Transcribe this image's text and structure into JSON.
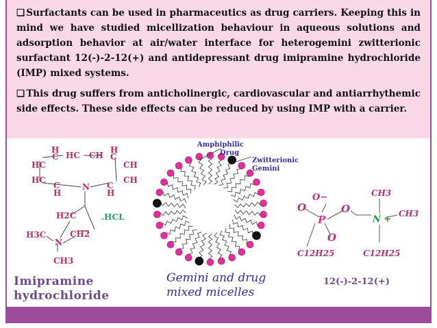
{
  "paragraphs": {
    "p1": "Surfactants can be used in pharmaceutics as drug carriers. Keeping this in mind we have studied micellization behaviour in aqueous solutions and adsorption behavior at air/water interface for heterogemini zwitterionic surfactant 12(-)-2-12(+) and antidepressant drug imipramine hydrochloride (IMP) mixed systems.",
    "p2": "This drug suffers from anticholinergic, cardiovascular and antiarrhythemic side effects. These side effects can be reduced by using IMP with a carrier."
  },
  "bullet_glyph": "❑",
  "imipramine": {
    "atoms": {
      "h1": "H",
      "hc_top": "HC",
      "ch_top": "CH",
      "h2": "H",
      "c1": "C",
      "c2": "C",
      "hc_left1": "HC",
      "ch_right1": "CH",
      "hc_left2": "HC",
      "ch_right2": "CH",
      "c3": "C",
      "n_ring": "N",
      "c4": "C",
      "h3": "H",
      "h4": "H",
      "h2c": "H2C",
      "ch2": "CH2",
      "hcl": ".HCL",
      "h3c": "H3C",
      "n_amine": "N",
      "ch3": "CH3"
    },
    "caption_line1": "Imipramine",
    "caption_line2": "hydrochloride"
  },
  "micelle": {
    "label_drug_line1": "Amphiphilic",
    "label_drug_line2": "Drug",
    "label_gemini_line1": "Zwitterionic",
    "label_gemini_line2": "Gemini",
    "caption_line1": "Gemini and drug",
    "caption_line2": "mixed micelles"
  },
  "gemini": {
    "o_minus": "O−",
    "o_left": "O",
    "o_right": "O",
    "o_bottom": "O",
    "p": "P",
    "n_plus": "N +",
    "ch3_top": "CH3",
    "ch3_right": "CH3",
    "c12h25_left": "C12H25",
    "c12h25_right": "C12H25",
    "caption": "12(-)-2-12(+)"
  },
  "colors": {
    "text_box_bg": "#f9d9e6",
    "frame_accent": "#9b4d9b",
    "imipramine_atoms": "#b5306a",
    "gemini_atoms": "#b0307a",
    "micelle_head": "#e0309a",
    "micelle_label": "#3a2aa0"
  }
}
